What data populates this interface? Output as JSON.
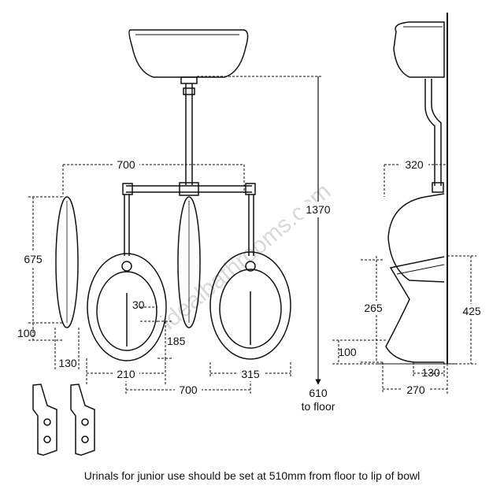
{
  "dimensions": {
    "front": {
      "pipe_spread": "700",
      "height": "675",
      "bottom_offset": "100",
      "width": "130",
      "bowl_offset": "30",
      "bowl_depth": "185",
      "bowl_width": "210",
      "spacing": "700",
      "bowl_outer": "315"
    },
    "side": {
      "total_height": "1370",
      "to_floor_line1": "610",
      "to_floor_line2": "to floor",
      "depth": "320",
      "lip": "265",
      "bowl_height": "425",
      "bottom": "100",
      "foot": "130",
      "overall_depth": "270"
    }
  },
  "watermark": "idealbathrooms.com",
  "caption": "Urinals for junior use should be set at 510mm from floor to lip of bowl"
}
